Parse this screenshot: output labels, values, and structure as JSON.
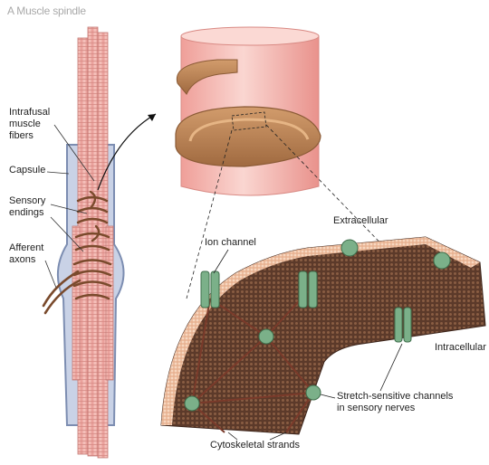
{
  "figure": {
    "title": "A  Muscle spindle",
    "labels": {
      "intrafusal": [
        "Intrafusal",
        "muscle",
        "fibers"
      ],
      "capsule": "Capsule",
      "sensory_endings": [
        "Sensory",
        "endings"
      ],
      "afferent_axons": [
        "Afferent",
        "axons"
      ],
      "extracellular": "Extracellular",
      "ion_channel": "Ion channel",
      "intracellular": "Intracellular",
      "stretch_channels": [
        "Stretch-sensitive channels",
        "in sensory nerves"
      ],
      "cytoskeletal": "Cytoskeletal strands"
    },
    "colors": {
      "fiber": "#f2b3ae",
      "fiber_stripe": "#d98f8a",
      "capsule": "#a7b4cf",
      "nerve": "#8a5a34",
      "ring": "#b98356",
      "membrane": "#6b4330",
      "lipid_head": "#f1c4a8",
      "channel": "#7bb089"
    }
  }
}
